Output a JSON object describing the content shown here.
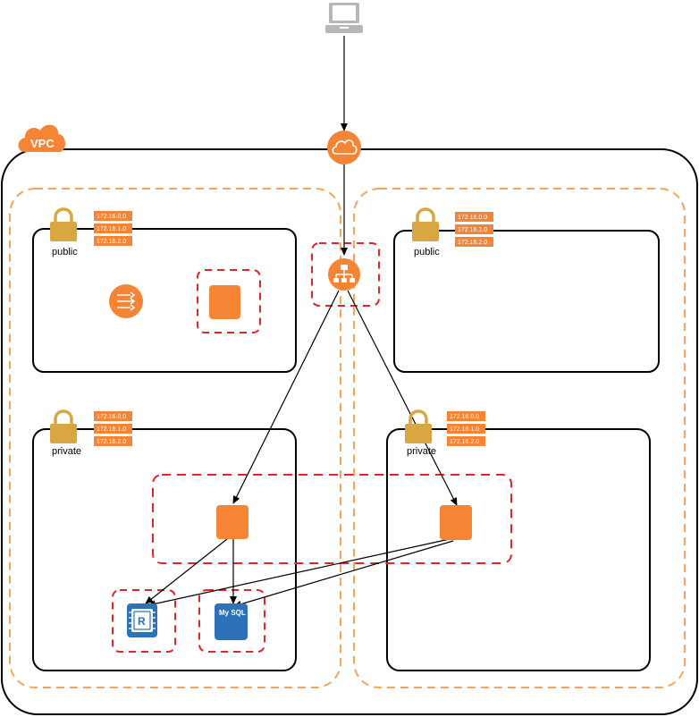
{
  "vpc": {
    "label": "VPC"
  },
  "subnets": {
    "left_public": {
      "label": "public",
      "cidrs": [
        "172.16.0.0",
        "172.16.1.0",
        "172.16.2.0"
      ]
    },
    "right_public": {
      "label": "public",
      "cidrs": [
        "172.16.0.0",
        "172.16.1.0",
        "172.16.2.0"
      ]
    },
    "left_private": {
      "label": "private",
      "cidrs": [
        "172.16.0.0",
        "172.16.1.0",
        "172.16.2.0"
      ]
    },
    "right_private": {
      "label": "private",
      "cidrs": [
        "172.16.0.0",
        "172.16.1.0",
        "172.16.2.0"
      ]
    }
  },
  "nodes": {
    "client": {
      "icon": "client-laptop-icon"
    },
    "internet_gateway": {
      "icon": "internet-gateway-cloud-icon"
    },
    "load_balancer": {
      "icon": "load-balancer-icon"
    },
    "nat_gateway": {
      "icon": "nat-gateway-icon"
    },
    "bastion": {
      "icon": "ec2-instance-icon"
    },
    "app_left": {
      "icon": "ec2-instance-icon"
    },
    "app_right": {
      "icon": "ec2-instance-icon"
    },
    "redis": {
      "icon": "redis-cache-icon",
      "label": "R"
    },
    "mysql": {
      "icon": "mysql-database-icon",
      "label": "My SQL"
    }
  },
  "colors": {
    "orange": "#f58534",
    "orange_light": "#f7a35c",
    "dashed_orange": "#f7a35c",
    "dashed_red": "#e8222a",
    "lock_gold": "#d9a741",
    "blue": "#2d72b8",
    "laptop_gray": "#b7b7b7"
  }
}
